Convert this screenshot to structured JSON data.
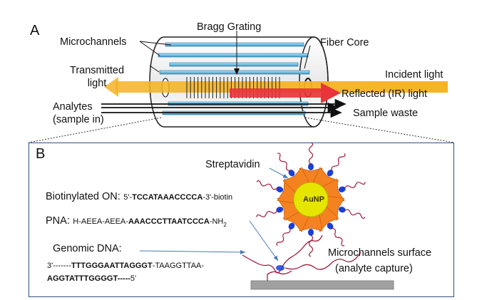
{
  "panel_a": {
    "letter": "A",
    "labels": {
      "bragg_grating": "Bragg Grating",
      "microchannels": "Microchannels",
      "fiber_core": "Fiber Core",
      "transmitted_light": "Transmitted\nlight",
      "incident_light": "Incident light",
      "reflected_light": "Reflected (IR) light",
      "analytes": "Analytes\n(sample in)",
      "sample_waste": "Sample waste"
    },
    "colors": {
      "incident_beam": "#f5b324",
      "reflected_beam": "#e8343a",
      "channel": "#6fc3e8",
      "channel_dark": "#3a8fc2"
    }
  },
  "panel_b": {
    "letter": "B",
    "streptavidin": "Streptavidin",
    "aunp": "AuNP",
    "biotinylated": {
      "label": "Biotinylated ON:",
      "pre": "5'-",
      "seq": "TCCATAAACCCCA",
      "post": "-3'-biotin"
    },
    "pna": {
      "label": "PNA:",
      "pre": "H-AEEA-AEEA-",
      "seq": "AAACCCTTAATCCCA",
      "post": "-NH",
      "subscript": "2"
    },
    "genomic": {
      "label": "Genomic DNA:",
      "line1_pre": "3'-------",
      "line1_bold": "TTTGGGAATTAGGGT",
      "line1_post": "-TAAGGTTAA-",
      "line2_bold": "AGGTATTTGGGGT-----",
      "line2_post": "5'"
    },
    "surface_label": "Microchannels surface",
    "surface_sub": "(analyte capture)",
    "colors": {
      "petal": "#f58220",
      "petal_edge": "#c95f10",
      "core": "#e5e500",
      "biotin": "#1a3fd6",
      "strand": "#a01c3c",
      "surface": "#a0a0a0"
    }
  }
}
